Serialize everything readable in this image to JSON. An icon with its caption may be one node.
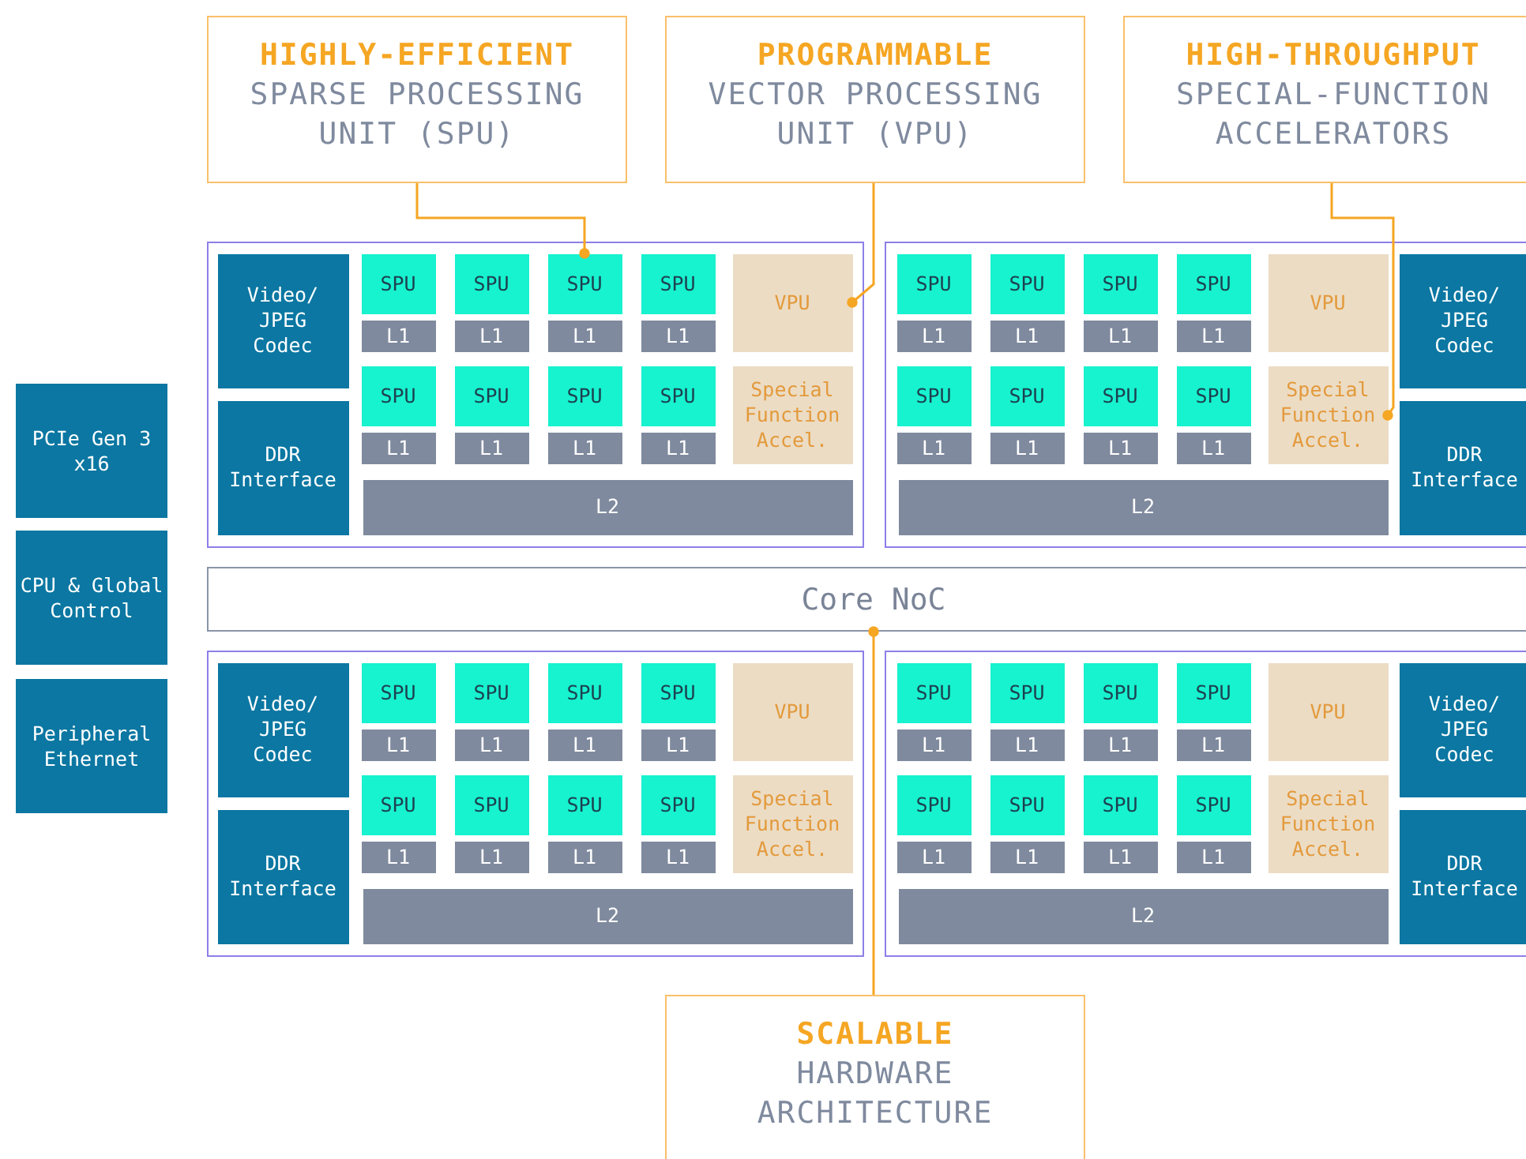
{
  "diagram": {
    "nodes": [
      {
        "text": [
          "HIGHLY-EFFICIENT",
          "SPARSE PROCESSING UNIT (SPU)"
        ]
      },
      {
        "text": [
          "PROGRAMMABLE",
          "VECTOR PROCESSING UNIT (VPU)"
        ]
      },
      {
        "text": [
          "HIGH-THROUGHPUT",
          "SPECIAL-FUNCTION ACCELERATORS"
        ]
      },
      {
        "text": [],
        "shape": "box"
      },
      {
        "text": [
          "Video/ JPEG Codec"
        ],
        "in": 3
      },
      {
        "text": [
          "DDR Interface"
        ],
        "in": 3
      },
      {
        "text": [
          "SPU"
        ],
        "in": 3
      },
      {
        "text": [
          "SPU"
        ],
        "in": 3
      },
      {
        "text": [
          "SPU"
        ],
        "in": 3
      },
      {
        "text": [
          "SPU"
        ],
        "in": 3
      },
      {
        "text": [
          "L1"
        ],
        "in": 3
      },
      {
        "text": [
          "L1"
        ],
        "in": 3
      },
      {
        "text": [
          "L1"
        ],
        "in": 3
      },
      {
        "text": [
          "L1"
        ],
        "in": 3
      },
      {
        "text": [
          "VPU"
        ],
        "in": 3
      },
      {
        "text": [
          "SPU"
        ],
        "in": 3
      },
      {
        "text": [
          "SPU"
        ],
        "in": 3
      },
      {
        "text": [
          "SPU"
        ],
        "in": 3
      },
      {
        "text": [
          "SPU"
        ],
        "in": 3
      },
      {
        "text": [
          "L1"
        ],
        "in": 3
      },
      {
        "text": [
          "L1"
        ],
        "in": 3
      },
      {
        "text": [
          "L1"
        ],
        "in": 3
      },
      {
        "text": [
          "L1"
        ],
        "in": 3
      },
      {
        "text": [
          "Special Function Accel."
        ],
        "in": 3
      },
      {
        "text": [
          "L2"
        ],
        "in": 3
      },
      {
        "text": [],
        "shape": "box"
      },
      {
        "text": [
          "Video/ JPEG Codec"
        ],
        "in": 25
      },
      {
        "text": [
          "DDR Interface"
        ],
        "in": 25
      },
      {
        "text": [
          "SPU"
        ],
        "in": 25
      },
      {
        "text": [
          "SPU"
        ],
        "in": 25
      },
      {
        "text": [
          "SPU"
        ],
        "in": 25
      },
      {
        "text": [
          "SPU"
        ],
        "in": 25
      },
      {
        "text": [
          "L1"
        ],
        "in": 25
      },
      {
        "text": [
          "L1"
        ],
        "in": 25
      },
      {
        "text": [
          "L1"
        ],
        "in": 25
      },
      {
        "text": [
          "L1"
        ],
        "in": 25
      },
      {
        "text": [
          "VPU"
        ],
        "in": 25
      },
      {
        "text": [
          "SPU"
        ],
        "in": 25
      },
      {
        "text": [
          "SPU"
        ],
        "in": 25
      },
      {
        "text": [
          "SPU"
        ],
        "in": 25
      },
      {
        "text": [
          "SPU"
        ],
        "in": 25
      },
      {
        "text": [
          "L1"
        ],
        "in": 25
      },
      {
        "text": [
          "L1"
        ],
        "in": 25
      },
      {
        "text": [
          "L1"
        ],
        "in": 25
      },
      {
        "text": [
          "L1"
        ],
        "in": 25
      },
      {
        "text": [
          "Special Function Accel."
        ],
        "in": 25
      },
      {
        "text": [
          "L2"
        ],
        "in": 25
      },
      {
        "text": [
          "Core NoC"
        ]
      },
      {
        "text": [
          "PCIe Gen 3 x16"
        ]
      },
      {
        "text": [
          "CPU & Global Control"
        ]
      },
      {
        "text": [
          "Peripheral Ethernet"
        ]
      },
      {
        "text": [],
        "shape": "box"
      },
      {
        "text": [
          "Video/ JPEG Codec"
        ],
        "in": 51
      },
      {
        "text": [
          "DDR Interface"
        ],
        "in": 51
      },
      {
        "text": [
          "SPU"
        ],
        "in": 51
      },
      {
        "text": [
          "SPU"
        ],
        "in": 51
      },
      {
        "text": [
          "SPU"
        ],
        "in": 51
      },
      {
        "text": [
          "SPU"
        ],
        "in": 51
      },
      {
        "text": [
          "L1"
        ],
        "in": 51
      },
      {
        "text": [
          "L1"
        ],
        "in": 51
      },
      {
        "text": [
          "L1"
        ],
        "in": 51
      },
      {
        "text": [
          "L1"
        ],
        "in": 51
      },
      {
        "text": [
          "VPU"
        ],
        "in": 51
      },
      {
        "text": [
          "SPU"
        ],
        "in": 51
      },
      {
        "text": [
          "SPU"
        ],
        "in": 51
      },
      {
        "text": [
          "SPU"
        ],
        "in": 51
      },
      {
        "text": [
          "SPU"
        ],
        "in": 51
      },
      {
        "text": [
          "L1"
        ],
        "in": 51
      },
      {
        "text": [
          "L1"
        ],
        "in": 51
      },
      {
        "text": [
          "L1"
        ],
        "in": 51
      },
      {
        "text": [
          "L1"
        ],
        "in": 51
      },
      {
        "text": [
          "Special Function Accel."
        ],
        "in": 51
      },
      {
        "text": [
          "L2"
        ],
        "in": 51
      },
      {
        "text": [],
        "shape": "box"
      },
      {
        "text": [
          "Video/ JPEG Codec"
        ],
        "in": 73
      },
      {
        "text": [
          "DDR Interface"
        ],
        "in": 73
      },
      {
        "text": [
          "SPU"
        ],
        "in": 73
      },
      {
        "text": [
          "SPU"
        ],
        "in": 73
      },
      {
        "text": [
          "SPU"
        ],
        "in": 73
      },
      {
        "text": [
          "SPU"
        ],
        "in": 73
      },
      {
        "text": [
          "L1"
        ],
        "in": 73
      },
      {
        "text": [
          "L1"
        ],
        "in": 73
      },
      {
        "text": [
          "L1"
        ],
        "in": 73
      },
      {
        "text": [
          "L1"
        ],
        "in": 73
      },
      {
        "text": [
          "VPU"
        ],
        "in": 73
      },
      {
        "text": [
          "SPU"
        ],
        "in": 73
      },
      {
        "text": [
          "SPU"
        ],
        "in": 73
      },
      {
        "text": [
          "SPU"
        ],
        "in": 73
      },
      {
        "text": [
          "SPU"
        ],
        "in": 73
      },
      {
        "text": [
          "L1"
        ],
        "in": 73
      },
      {
        "text": [
          "L1"
        ],
        "in": 73
      },
      {
        "text": [
          "L1"
        ],
        "in": 73
      },
      {
        "text": [
          "L1"
        ],
        "in": 73
      },
      {
        "text": [
          "Special Function Accel."
        ],
        "in": 73
      },
      {
        "text": [
          "L2"
        ],
        "in": 73
      },
      {
        "text": [
          "SCALABLE",
          "HARDWARE ARCHITECTURE"
        ]
      }
    ],
    "edges": [
      {
        "from": 0,
        "to": 8,
        "arrow": "other"
      },
      {
        "from": 1,
        "to": 14,
        "arrow": "other"
      },
      {
        "from": 2,
        "to": 45,
        "arrow": "other"
      },
      {
        "from": 95,
        "to": 47,
        "arrow": "other"
      }
    ]
  }
}
